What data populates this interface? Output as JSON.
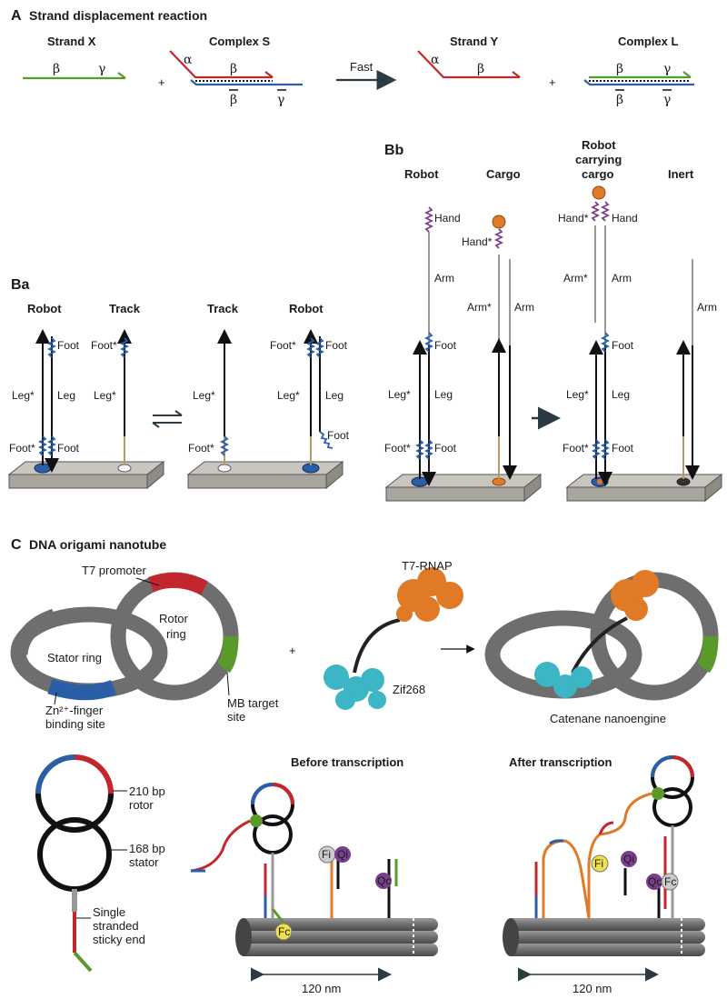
{
  "panelA": {
    "letter": "A",
    "title": "Strand displacement reaction",
    "strand_x": "Strand X",
    "complex_s": "Complex S",
    "strand_y": "Strand Y",
    "complex_l": "Complex L",
    "fast": "Fast",
    "plus": "+",
    "alpha": "α",
    "beta": "β",
    "gamma": "γ"
  },
  "panelBa": {
    "letter": "Ba",
    "robot": "Robot",
    "track": "Track",
    "foot": "Foot",
    "foot_star": "Foot*",
    "leg": "Leg",
    "leg_star": "Leg*"
  },
  "panelBb": {
    "letter": "Bb",
    "robot": "Robot",
    "cargo": "Cargo",
    "robot_carrying_1": "Robot",
    "robot_carrying_2": "carrying",
    "robot_carrying_3": "cargo",
    "inert": "Inert",
    "hand": "Hand",
    "hand_star": "Hand*",
    "arm": "Arm",
    "arm_star": "Arm*",
    "foot": "Foot",
    "foot_star": "Foot*",
    "leg": "Leg",
    "leg_star": "Leg*"
  },
  "panelC": {
    "letter": "C",
    "title": "DNA origami nanotube",
    "t7_promoter": "T7 promoter",
    "rotor_ring_1": "Rotor",
    "rotor_ring_2": "ring",
    "stator_ring": "Stator ring",
    "zn_1": "Zn²⁺-finger",
    "zn_2": "binding site",
    "mb_1": "MB target",
    "mb_2": "site",
    "t7_rnap": "T7-RNAP",
    "zif268": "Zif268",
    "catenane": "Catenane nanoengine",
    "plus": "+",
    "bp210_1": "210 bp",
    "bp210_2": "rotor",
    "bp168_1": "168 bp",
    "bp168_2": "stator",
    "single_1": "Single",
    "single_2": "stranded",
    "single_3": "sticky end",
    "before": "Before transcription",
    "after": "After transcription",
    "fc": "Fc",
    "fi": "Fi",
    "qi": "Qi",
    "qc": "Qc",
    "nm120": "120 nm"
  },
  "colors": {
    "green": "#5a9a2b",
    "red": "#c4262e",
    "blue": "#2a5fa8",
    "dark": "#2c3a44",
    "grey": "#8a8a8a",
    "orange": "#e07a27",
    "cyan": "#3cb5c4",
    "purple": "#7a3f8c",
    "yellow": "#f0e04a",
    "tan": "#b59a6a"
  }
}
